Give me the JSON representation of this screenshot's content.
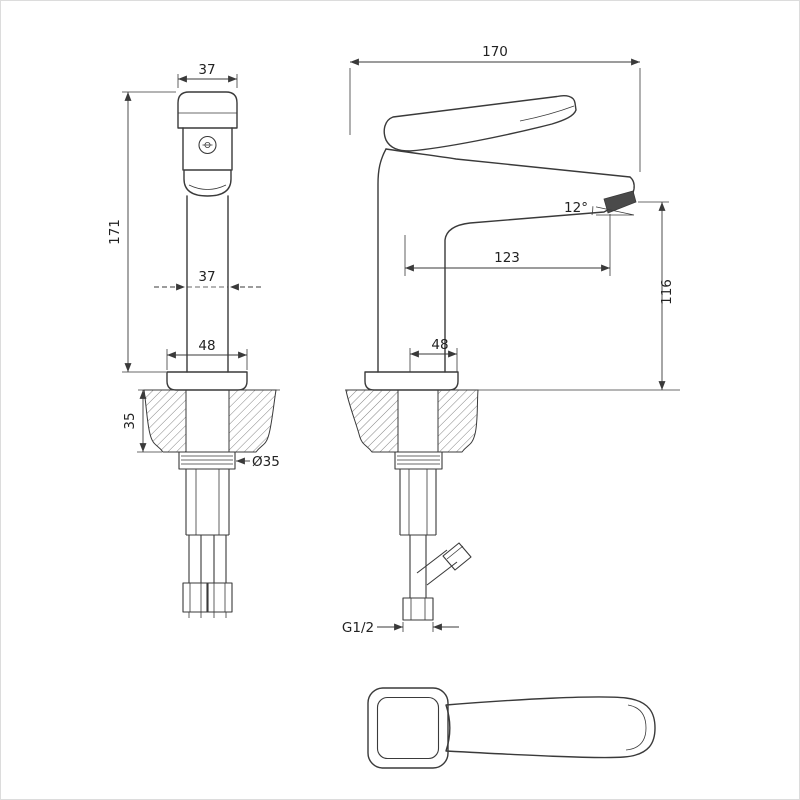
{
  "colors": {
    "line": "#3a3a3a",
    "text": "#222222",
    "hatch": "#777777",
    "background": "#ffffff",
    "border": "#dcdcdc"
  },
  "front_view": {
    "top_width": "37",
    "height": "171",
    "body_width": "37",
    "flange_width": "48",
    "deck_thickness": "35",
    "shank_diameter": "Ø35"
  },
  "side_view": {
    "overall_length": "170",
    "spout_angle": "12°",
    "spout_reach": "123",
    "outlet_height": "116",
    "flange_depth": "48",
    "thread_size": "G1/2"
  }
}
